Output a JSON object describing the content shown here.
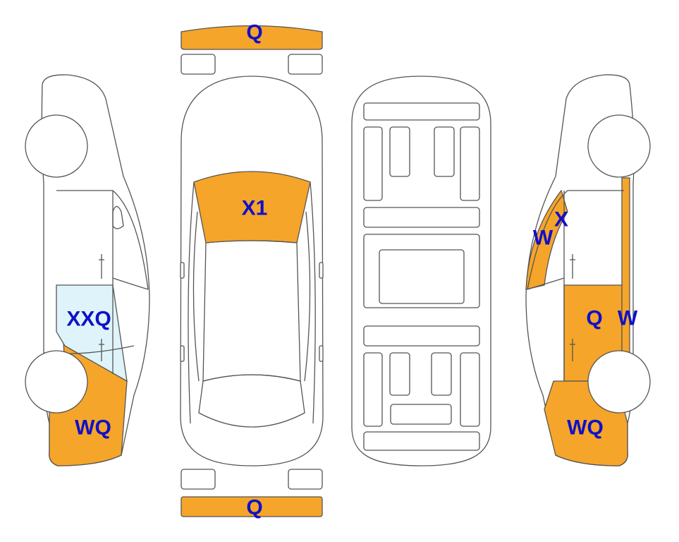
{
  "colors": {
    "damage": "#f5a52a",
    "glass_damage": "#def4fa",
    "label": "#1010c8",
    "outline": "#555555"
  },
  "labels": {
    "front_bumper": "Q",
    "windshield": "X1",
    "rear_bumper": "Q",
    "left_glass": "XXQ",
    "left_rear_quarter": "WQ",
    "right_pillar_w": "W",
    "right_pillar_x": "X",
    "right_rear_door": "Q",
    "right_rear_pillar": "W",
    "right_rear_quarter": "WQ"
  }
}
